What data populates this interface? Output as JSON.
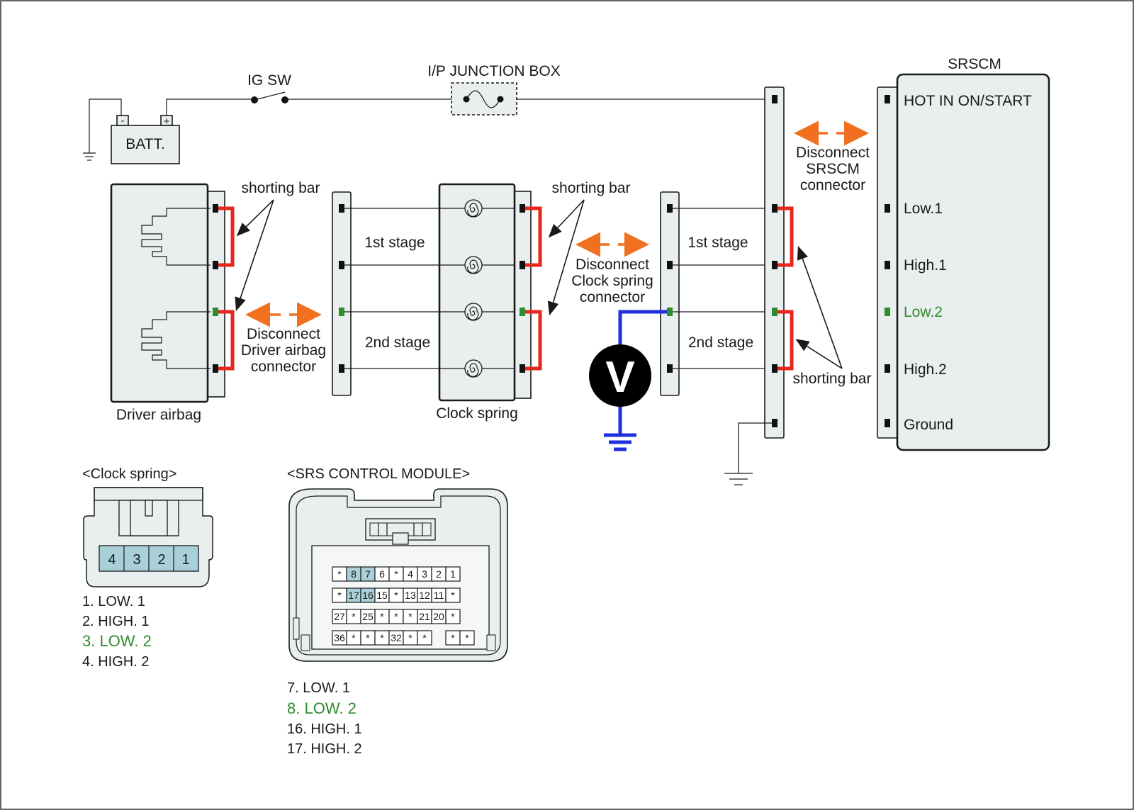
{
  "labels": {
    "ig_sw": "IG SW",
    "ip_junction_box": "I/P JUNCTION BOX",
    "srscm": "SRSCM",
    "batt": "BATT.",
    "batt_minus": "-",
    "batt_plus": "+",
    "shorting_bar_1": "shorting bar",
    "shorting_bar_2": "shorting bar",
    "shorting_bar_3": "shorting bar",
    "stage1_a": "1st stage",
    "stage2_a": "2nd stage",
    "stage1_b": "1st stage",
    "stage2_b": "2nd stage",
    "disconnect_driver": [
      "Disconnect",
      "Driver airbag",
      "connector"
    ],
    "disconnect_clock": [
      "Disconnect",
      "Clock spring",
      "connector"
    ],
    "disconnect_srscm": [
      "Disconnect",
      "SRSCM",
      "connector"
    ],
    "driver_airbag": "Driver airbag",
    "clock_spring": "Clock spring",
    "voltmeter": "V"
  },
  "srscm_pins": {
    "hot": "HOT IN ON/START",
    "low1": "Low.1",
    "high1": "High.1",
    "low2": "Low.2",
    "high2": "High.2",
    "ground": "Ground"
  },
  "clock_spring_connector": {
    "title": "<Clock spring>",
    "pins": [
      "4",
      "3",
      "2",
      "1"
    ],
    "legend": [
      "1. LOW. 1",
      "2. HIGH. 1",
      "3. LOW. 2",
      "4. HIGH. 2"
    ]
  },
  "srs_module_connector": {
    "title": "<SRS CONTROL MODULE>",
    "rows": [
      [
        "*",
        "8",
        "7",
        "6",
        "*",
        "4",
        "3",
        "2",
        "1"
      ],
      [
        "*",
        "17",
        "16",
        "15",
        "*",
        "13",
        "12",
        "11",
        "*"
      ],
      [
        "27",
        "*",
        "25",
        "*",
        "*",
        "*",
        "21",
        "20",
        "*"
      ],
      [
        "36",
        "*",
        "*",
        "*",
        "32",
        "*",
        "*",
        "",
        "*",
        "*"
      ]
    ],
    "legend": [
      "7. LOW. 1",
      "8. LOW. 2",
      "16. HIGH. 1",
      "17. HIGH. 2"
    ]
  },
  "colors": {
    "shorting_bar": "#e8261e",
    "meter_lead": "#1f2fe0",
    "disconnect_arrow": "#f07020",
    "highlight_pin": "#2e8b2e",
    "connector_fill": "#e9eeee",
    "pin_highlight_cell": "#a9cfd8"
  }
}
